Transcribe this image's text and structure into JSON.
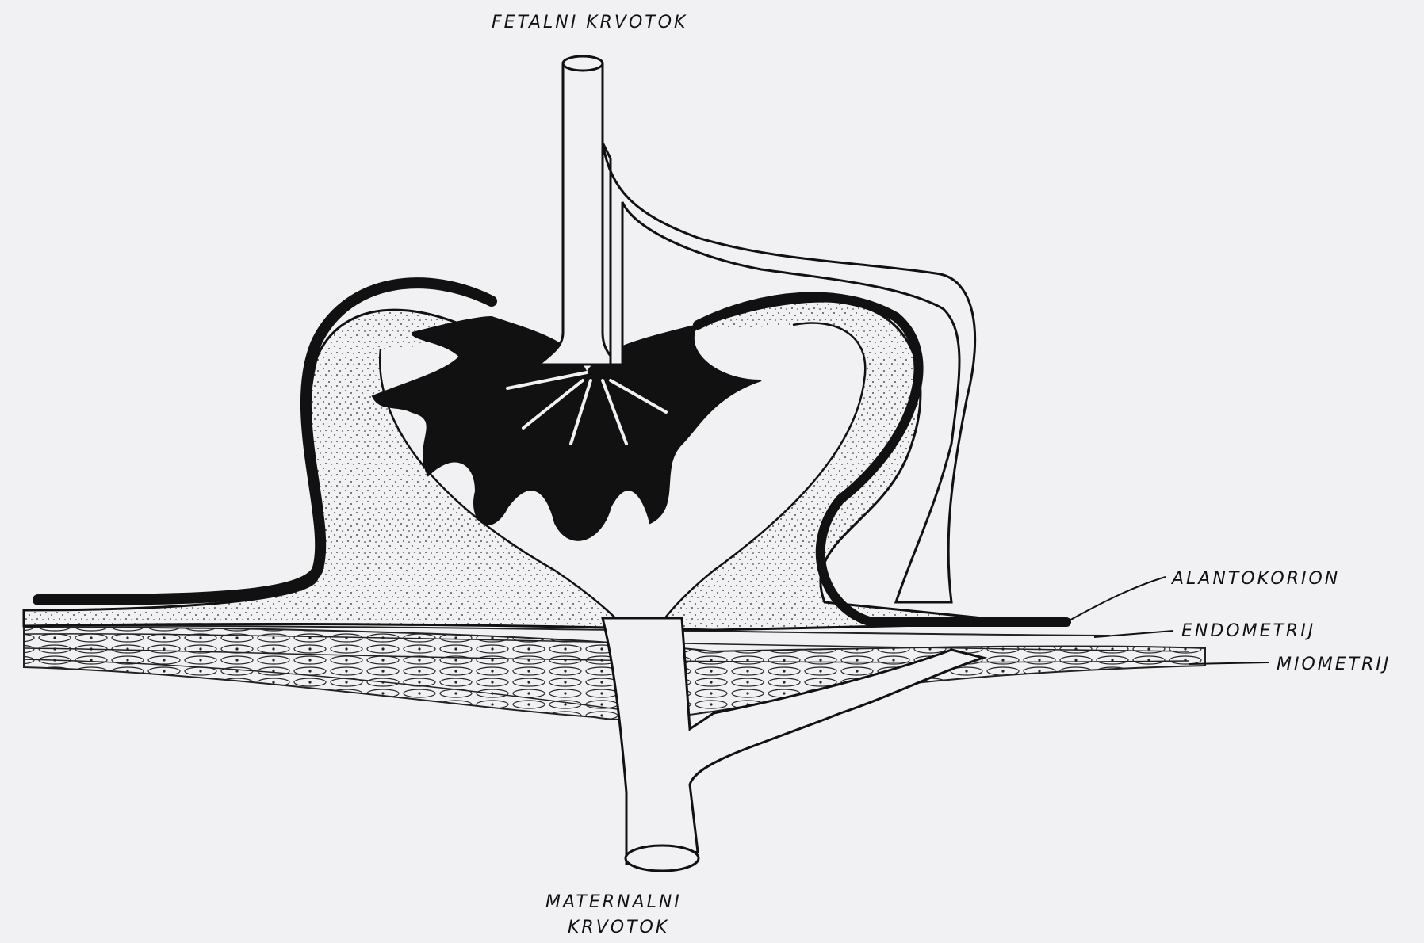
{
  "labels": {
    "fetal_circulation": "FETALNI KRVOTOK",
    "maternal_circulation_line1": "MATERNALNI",
    "maternal_circulation_line2": "KRVOTOK",
    "allantochorion": "ALANTOKORION",
    "endometrium": "ENDOMETRIJ",
    "myometrium": "MIOMETRIJ"
  },
  "colors": {
    "ink": "#111111",
    "paper": "#f1f1f3",
    "vessel_fill": "#f1f1f3"
  }
}
